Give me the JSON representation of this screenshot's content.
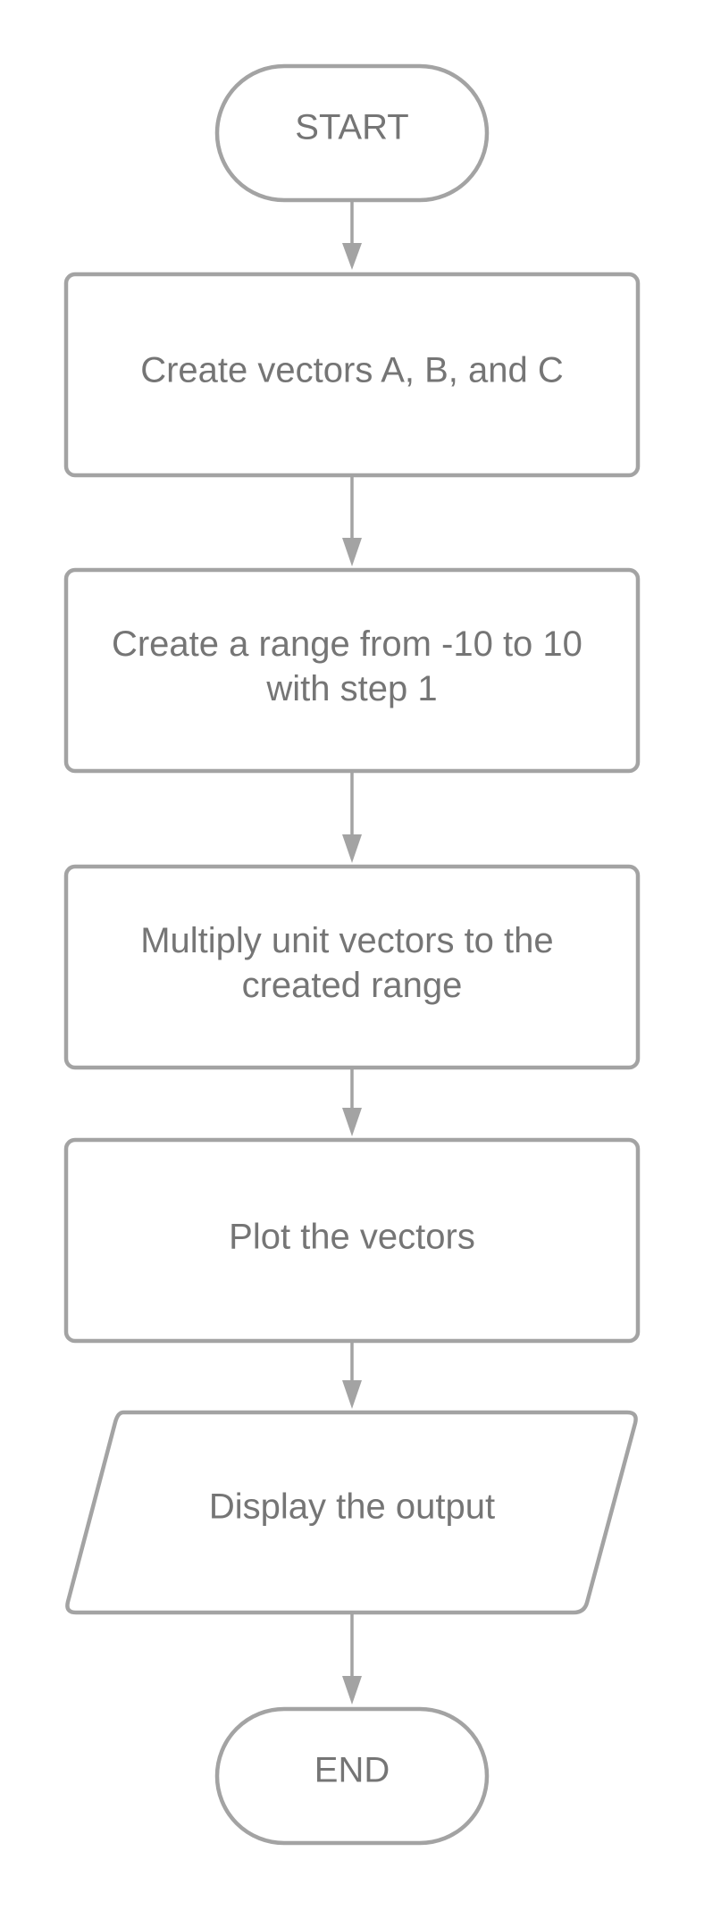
{
  "colors": {
    "stroke": "#a3a3a3",
    "text": "#757575",
    "background": "#ffffff"
  },
  "flowchart": {
    "nodes": [
      {
        "id": "start",
        "shape": "terminator",
        "label": "START"
      },
      {
        "id": "create-vectors",
        "shape": "process",
        "label": "Create vectors A, B, and C"
      },
      {
        "id": "create-range",
        "shape": "process",
        "label_lines": [
          "Create a range from -10 to 10",
          "with step 1"
        ]
      },
      {
        "id": "multiply-unit-vectors",
        "shape": "process",
        "label_lines": [
          "Multiply unit vectors to the",
          "created range"
        ]
      },
      {
        "id": "plot-vectors",
        "shape": "process",
        "label": "Plot the vectors"
      },
      {
        "id": "display-output",
        "shape": "input-output",
        "label": "Display the output"
      },
      {
        "id": "end",
        "shape": "terminator",
        "label": "END"
      }
    ],
    "edges": [
      {
        "from": "start",
        "to": "create-vectors"
      },
      {
        "from": "create-vectors",
        "to": "create-range"
      },
      {
        "from": "create-range",
        "to": "multiply-unit-vectors"
      },
      {
        "from": "multiply-unit-vectors",
        "to": "plot-vectors"
      },
      {
        "from": "plot-vectors",
        "to": "display-output"
      },
      {
        "from": "display-output",
        "to": "end"
      }
    ]
  }
}
